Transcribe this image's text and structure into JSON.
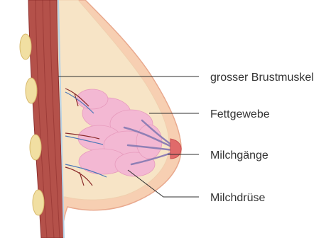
{
  "labels": [
    {
      "id": "brustmuskel",
      "text": "grosser Brustmuskel"
    },
    {
      "id": "fettgewebe",
      "text": "Fettgewebe"
    },
    {
      "id": "milchgaenge",
      "text": "Milchgänge"
    },
    {
      "id": "milchdruese",
      "text": "Milchdrüse"
    }
  ],
  "colors": {
    "skin": "#f7cfb2",
    "skin_outline": "#e9a98e",
    "fat": "#f7e4c6",
    "gland": "#f3b8d3",
    "duct": "#8f7fb5",
    "nipple": "#e06a6a",
    "muscle": "#b4514a",
    "muscle_stripe": "#8f2f2d",
    "rib": "#f1dfa2",
    "vessel_red": "#8a2a2a",
    "vessel_blue": "#4d79b8"
  }
}
